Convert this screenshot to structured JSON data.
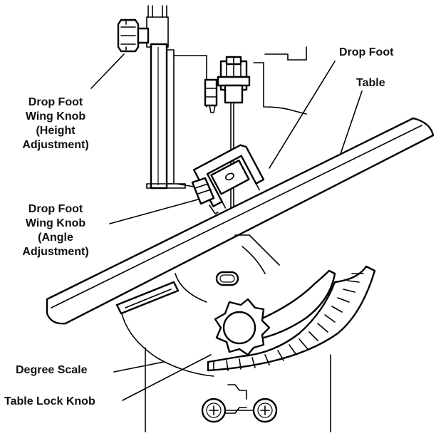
{
  "labels": {
    "height_knob": [
      "Drop Foot",
      "Wing Knob",
      "(Height",
      "Adjustment)"
    ],
    "angle_knob": [
      "Drop Foot",
      "Wing Knob",
      "(Angle",
      "Adjustment)"
    ],
    "drop_foot": "Drop Foot",
    "table": "Table",
    "degree_scale": "Degree Scale",
    "table_lock_knob": "Table Lock Knob"
  }
}
